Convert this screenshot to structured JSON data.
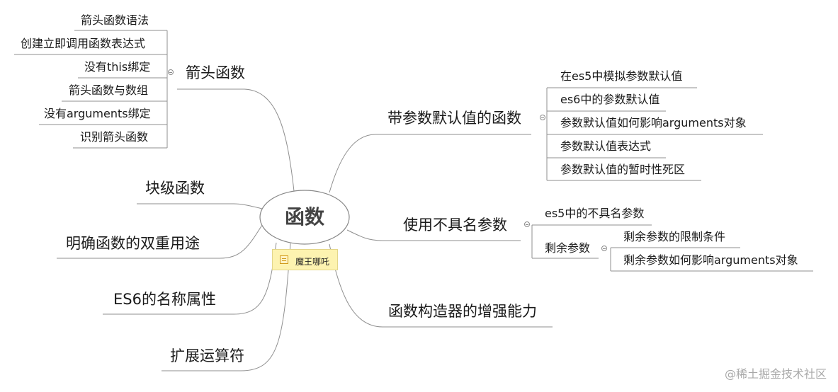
{
  "center": "函数",
  "badge": "魔王哪吒",
  "branches": {
    "arrow": {
      "label": "箭头函数",
      "children": [
        "箭头函数语法",
        "创建立即调用函数表达式",
        "没有this绑定",
        "箭头函数与数组",
        "没有arguments绑定",
        "识别箭头函数"
      ]
    },
    "block": {
      "label": "块级函数"
    },
    "dual": {
      "label": "明确函数的双重用途"
    },
    "name": {
      "label": "ES6的名称属性"
    },
    "spread": {
      "label": "扩展运算符"
    },
    "defaults": {
      "label": "带参数默认值的函数",
      "children": [
        "在es5中模拟参数默认值",
        "es6中的参数默认值",
        "参数默认值如何影响arguments对象",
        "参数默认值表达式",
        "参数默认值的暂时性死区"
      ]
    },
    "unnamed": {
      "label": "使用不具名参数",
      "children": [
        "es5中的不具名参数",
        "剩余参数"
      ],
      "rest_children": [
        "剩余参数的限制条件",
        "剩余参数如何影响arguments对象"
      ]
    },
    "ctor": {
      "label": "函数构造器的增强能力"
    }
  },
  "watermark": "@稀土掘金技术社区",
  "colors": {
    "line": "#8f8f8f",
    "badge_bg": "#fdf3b0",
    "watermark": "#a8a8a8"
  }
}
